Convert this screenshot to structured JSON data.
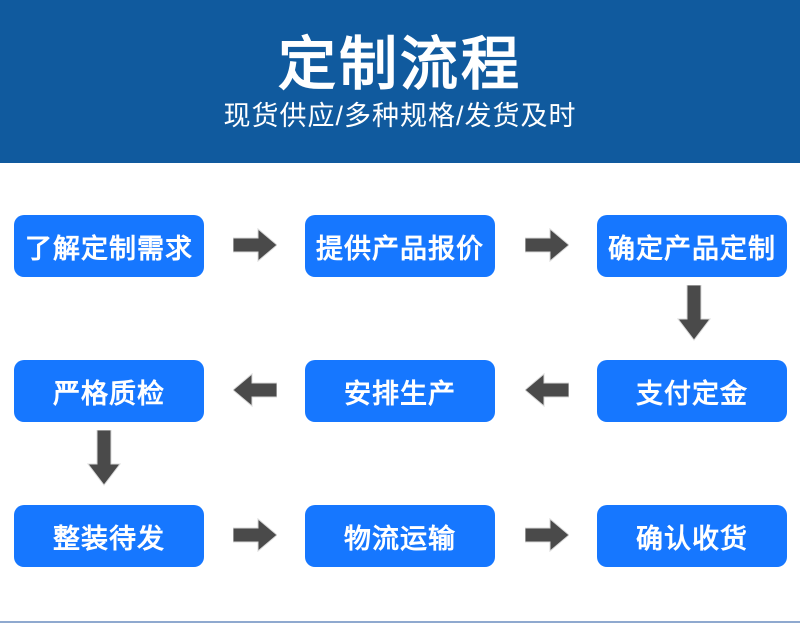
{
  "header": {
    "title": "定制流程",
    "subtitle": "现货供应/多种规格/发货及时",
    "background_color": "#105A9E",
    "text_color": "#FFFFFF"
  },
  "theme": {
    "node_color": "#1677FF",
    "node_text_color": "#FFFFFF",
    "arrow_color": "#4A4A4A",
    "page_background": "#FFFFFF",
    "divider_color": "#8FA9CF"
  },
  "flow": {
    "rows": [
      {
        "direction": "left-to-right",
        "steps": [
          {
            "label": "了解定制需求"
          },
          {
            "label": "提供产品报价"
          },
          {
            "label": "确定产品定制"
          }
        ]
      },
      {
        "direction": "right-to-left",
        "steps": [
          {
            "label": "严格质检"
          },
          {
            "label": "安排生产"
          },
          {
            "label": "支付定金"
          }
        ]
      },
      {
        "direction": "left-to-right",
        "steps": [
          {
            "label": "整装待发"
          },
          {
            "label": "物流运输"
          },
          {
            "label": "确认收货"
          }
        ]
      }
    ],
    "connectors": [
      {
        "name": "arrow-right-1-1",
        "icon": "arrow-right-icon"
      },
      {
        "name": "arrow-right-1-2",
        "icon": "arrow-right-icon"
      },
      {
        "name": "arrow-down-right-column",
        "icon": "arrow-down-icon"
      },
      {
        "name": "arrow-left-2-1",
        "icon": "arrow-left-icon"
      },
      {
        "name": "arrow-left-2-2",
        "icon": "arrow-left-icon"
      },
      {
        "name": "arrow-down-left-column",
        "icon": "arrow-down-icon"
      },
      {
        "name": "arrow-right-3-1",
        "icon": "arrow-right-icon"
      },
      {
        "name": "arrow-right-3-2",
        "icon": "arrow-right-icon"
      }
    ]
  }
}
